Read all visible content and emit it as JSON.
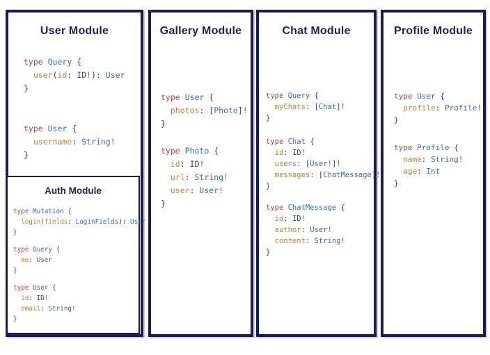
{
  "colors": {
    "border": "#1b1d52",
    "title": "#1e2156",
    "keyword": "#b8453f",
    "typename": "#3a6cb5",
    "scalar": "#2a4899",
    "field": "#cd7c35",
    "punct": "#3d4254",
    "bang": "#c0403a"
  },
  "panels": [
    {
      "title": "User Module",
      "blocks": [
        [
          [
            [
              "k",
              "type "
            ],
            [
              "t",
              "Query "
            ],
            [
              "p",
              "{"
            ]
          ],
          [
            [
              "p",
              "  "
            ],
            [
              "f",
              "user"
            ],
            [
              "p",
              "("
            ],
            [
              "f",
              "id"
            ],
            [
              "p",
              ": "
            ],
            [
              "s",
              "ID"
            ],
            [
              "b",
              "!"
            ],
            [
              "p",
              "): "
            ],
            [
              "t",
              "User"
            ]
          ],
          [
            [
              "p",
              "}"
            ]
          ]
        ],
        [
          [
            [
              "k",
              "type "
            ],
            [
              "t",
              "User "
            ],
            [
              "p",
              "{"
            ]
          ],
          [
            [
              "p",
              "  "
            ],
            [
              "f",
              "username"
            ],
            [
              "p",
              ": "
            ],
            [
              "t",
              "String"
            ],
            [
              "b",
              "!"
            ]
          ],
          [
            [
              "p",
              "}"
            ]
          ]
        ]
      ]
    },
    {
      "title": "Gallery Module",
      "blocks": [
        [
          [
            [
              "k",
              "type "
            ],
            [
              "t",
              "User "
            ],
            [
              "p",
              "{"
            ]
          ],
          [
            [
              "p",
              "  "
            ],
            [
              "f",
              "photos"
            ],
            [
              "p",
              ": ["
            ],
            [
              "t",
              "Photo"
            ],
            [
              "p",
              "]"
            ],
            [
              "b",
              "!"
            ]
          ],
          [
            [
              "p",
              "}"
            ]
          ]
        ],
        [
          [
            [
              "k",
              "type "
            ],
            [
              "t",
              "Photo "
            ],
            [
              "p",
              "{"
            ]
          ],
          [
            [
              "p",
              "  "
            ],
            [
              "f",
              "id"
            ],
            [
              "p",
              ": "
            ],
            [
              "s",
              "ID"
            ],
            [
              "b",
              "!"
            ]
          ],
          [
            [
              "p",
              "  "
            ],
            [
              "f",
              "url"
            ],
            [
              "p",
              ": "
            ],
            [
              "t",
              "String"
            ],
            [
              "b",
              "!"
            ]
          ],
          [
            [
              "p",
              "  "
            ],
            [
              "f",
              "user"
            ],
            [
              "p",
              ": "
            ],
            [
              "t",
              "User"
            ],
            [
              "b",
              "!"
            ]
          ],
          [
            [
              "p",
              "}"
            ]
          ]
        ]
      ]
    },
    {
      "title": "Chat Module",
      "blocks": [
        [
          [
            [
              "k",
              "type "
            ],
            [
              "t",
              "Query "
            ],
            [
              "p",
              "{"
            ]
          ],
          [
            [
              "p",
              "  "
            ],
            [
              "f",
              "myChats"
            ],
            [
              "p",
              ": ["
            ],
            [
              "t",
              "Chat"
            ],
            [
              "p",
              "]"
            ],
            [
              "b",
              "!"
            ]
          ],
          [
            [
              "p",
              "}"
            ]
          ]
        ],
        [
          [
            [
              "k",
              "type "
            ],
            [
              "t",
              "Chat "
            ],
            [
              "p",
              "{"
            ]
          ],
          [
            [
              "p",
              "  "
            ],
            [
              "f",
              "id"
            ],
            [
              "p",
              ": "
            ],
            [
              "s",
              "ID"
            ],
            [
              "b",
              "!"
            ]
          ],
          [
            [
              "p",
              "  "
            ],
            [
              "f",
              "users"
            ],
            [
              "p",
              ": ["
            ],
            [
              "t",
              "User"
            ],
            [
              "b",
              "!"
            ],
            [
              "p",
              "]"
            ],
            [
              "b",
              "!"
            ]
          ],
          [
            [
              "p",
              "  "
            ],
            [
              "f",
              "messages"
            ],
            [
              "p",
              ": ["
            ],
            [
              "t",
              "ChatMessage"
            ],
            [
              "p",
              "]"
            ],
            [
              "b",
              "!"
            ]
          ],
          [
            [
              "p",
              "}"
            ]
          ]
        ],
        [
          [
            [
              "k",
              "type "
            ],
            [
              "t",
              "ChatMessage "
            ],
            [
              "p",
              "{"
            ]
          ],
          [
            [
              "p",
              "  "
            ],
            [
              "f",
              "id"
            ],
            [
              "p",
              ": "
            ],
            [
              "s",
              "ID"
            ],
            [
              "b",
              "!"
            ]
          ],
          [
            [
              "p",
              "  "
            ],
            [
              "f",
              "author"
            ],
            [
              "p",
              ": "
            ],
            [
              "t",
              "User"
            ],
            [
              "b",
              "!"
            ]
          ],
          [
            [
              "p",
              "  "
            ],
            [
              "f",
              "content"
            ],
            [
              "p",
              ": "
            ],
            [
              "t",
              "String"
            ],
            [
              "b",
              "!"
            ]
          ],
          [
            [
              "p",
              "}"
            ]
          ]
        ]
      ]
    },
    {
      "title": "Profile Module",
      "blocks": [
        [
          [
            [
              "k",
              "type "
            ],
            [
              "t",
              "User "
            ],
            [
              "p",
              "{"
            ]
          ],
          [
            [
              "p",
              "  "
            ],
            [
              "f",
              "profile"
            ],
            [
              "p",
              ": "
            ],
            [
              "t",
              "Profile"
            ],
            [
              "b",
              "!"
            ]
          ],
          [
            [
              "p",
              "}"
            ]
          ]
        ],
        [
          [
            [
              "k",
              "type "
            ],
            [
              "t",
              "Profile "
            ],
            [
              "p",
              "{"
            ]
          ],
          [
            [
              "p",
              "  "
            ],
            [
              "f",
              "name"
            ],
            [
              "p",
              ": "
            ],
            [
              "t",
              "String"
            ],
            [
              "b",
              "!"
            ]
          ],
          [
            [
              "p",
              "  "
            ],
            [
              "f",
              "age"
            ],
            [
              "p",
              ": "
            ],
            [
              "t",
              "Int"
            ]
          ],
          [
            [
              "p",
              "}"
            ]
          ]
        ]
      ]
    }
  ],
  "auth": {
    "title": "Auth Module",
    "blocks": [
      [
        [
          [
            "k",
            "type "
          ],
          [
            "t",
            "Mutation "
          ],
          [
            "p",
            "{"
          ]
        ],
        [
          [
            "p",
            "  "
          ],
          [
            "f",
            "login"
          ],
          [
            "p",
            "("
          ],
          [
            "f",
            "fields"
          ],
          [
            "p",
            ": "
          ],
          [
            "t",
            "LoginFields"
          ],
          [
            "p",
            "): "
          ],
          [
            "t",
            "User"
          ]
        ],
        [
          [
            "p",
            "}"
          ]
        ]
      ],
      [
        [
          [
            "k",
            "type "
          ],
          [
            "t",
            "Query "
          ],
          [
            "p",
            "{"
          ]
        ],
        [
          [
            "p",
            "  "
          ],
          [
            "f",
            "me"
          ],
          [
            "p",
            ": "
          ],
          [
            "t",
            "User"
          ]
        ],
        [
          [
            "p",
            "}"
          ]
        ]
      ],
      [
        [
          [
            "k",
            "type "
          ],
          [
            "t",
            "User "
          ],
          [
            "p",
            "{"
          ]
        ],
        [
          [
            "p",
            "  "
          ],
          [
            "f",
            "id"
          ],
          [
            "p",
            ": "
          ],
          [
            "s",
            "ID"
          ],
          [
            "b",
            "!"
          ]
        ],
        [
          [
            "p",
            "  "
          ],
          [
            "f",
            "email"
          ],
          [
            "p",
            ": "
          ],
          [
            "t",
            "String"
          ],
          [
            "b",
            "!"
          ]
        ],
        [
          [
            "p",
            "}"
          ]
        ]
      ]
    ]
  }
}
